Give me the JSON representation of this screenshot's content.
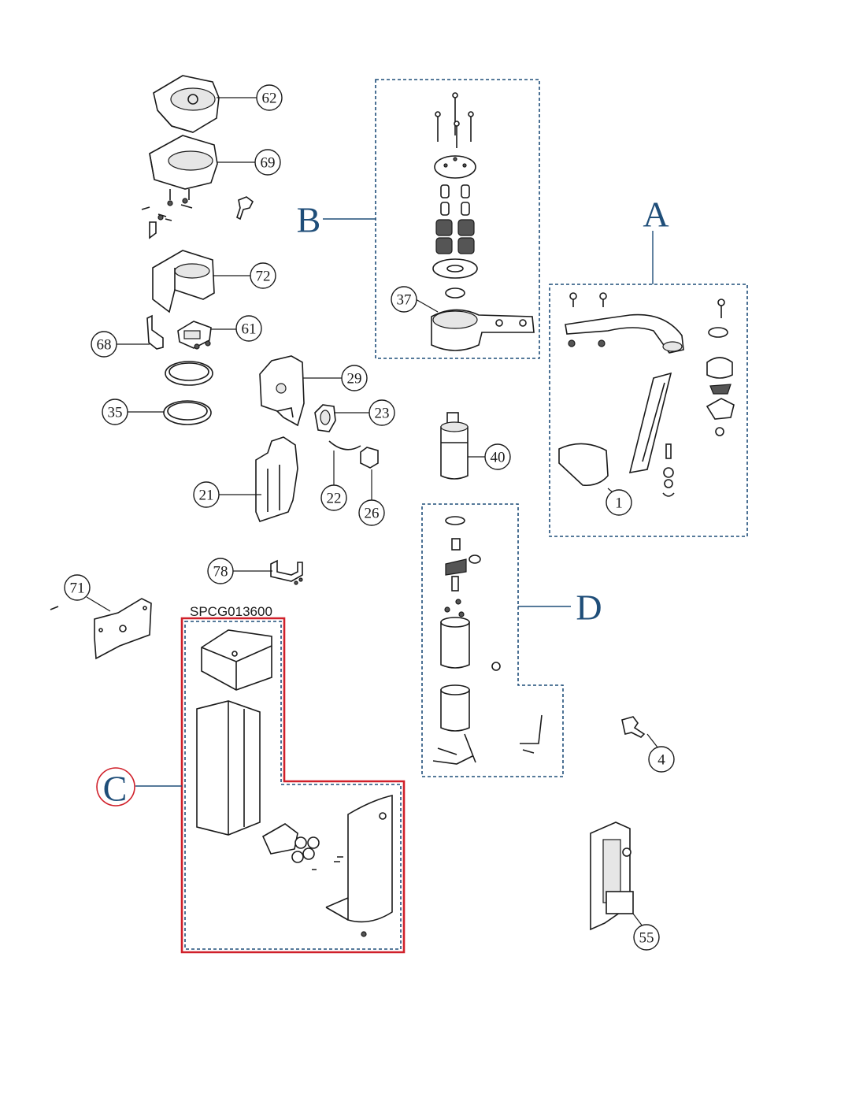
{
  "colors": {
    "group_outline": "#1f4e79",
    "kit_outline": "#d0202a",
    "line_art": "#1a1a1a"
  },
  "groups": {
    "A": "A",
    "B": "B",
    "C": "C",
    "D": "D"
  },
  "kit_code": "SPCG013600",
  "callouts": {
    "p62": "62",
    "p69": "69",
    "p72": "72",
    "p61": "61",
    "p68": "68",
    "p29": "29",
    "p35": "35",
    "p23": "23",
    "p21": "21",
    "p22": "22",
    "p26": "26",
    "p37": "37",
    "p40": "40",
    "p1": "1",
    "p78": "78",
    "p71": "71",
    "p4": "4",
    "p55": "55"
  }
}
